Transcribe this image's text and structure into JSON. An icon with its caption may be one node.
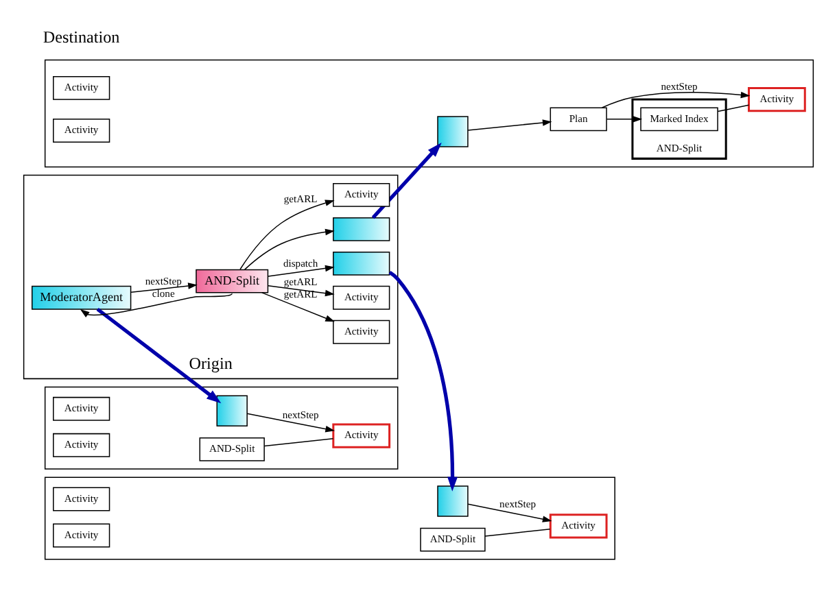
{
  "diagram": {
    "nodes": [
      {
        "text": [
          "Origin"
        ]
      },
      {
        "text": [],
        "shape": "box",
        "in": 0
      },
      {
        "text": [],
        "shape": "box",
        "in": 0
      },
      {
        "text": [
          "ModeratorAgent"
        ],
        "in": 0
      },
      {
        "text": [
          "AND-Split"
        ],
        "in": 0
      },
      {
        "text": [
          "Activity"
        ],
        "in": 0
      },
      {
        "text": [
          "Activity"
        ],
        "in": 0
      },
      {
        "text": [
          "Activity"
        ],
        "in": 0
      },
      {
        "text": [],
        "shape": "box"
      },
      {
        "text": [],
        "shape": "box",
        "in": 8
      },
      {
        "text": [
          "Plan"
        ],
        "in": 8
      },
      {
        "text": [
          "AND-Split"
        ],
        "in": 8
      },
      {
        "text": [
          "Marked Index"
        ],
        "in": 11
      },
      {
        "text": [
          "Activity"
        ],
        "in": 8
      },
      {
        "text": [
          "Activity"
        ],
        "in": 8
      },
      {
        "text": [
          "Activity"
        ],
        "in": 8
      },
      {
        "text": [],
        "shape": "box"
      },
      {
        "text": [],
        "shape": "box",
        "in": 16
      },
      {
        "text": [
          "Activity"
        ],
        "in": 16
      },
      {
        "text": [
          "Activity"
        ],
        "in": 16
      },
      {
        "text": [
          "AND-Split"
        ],
        "in": 16
      },
      {
        "text": [
          "Activity"
        ],
        "in": 16
      },
      {
        "text": [],
        "shape": "box"
      },
      {
        "text": [
          "Activity"
        ],
        "in": 22
      },
      {
        "text": [],
        "shape": "box",
        "in": 22
      },
      {
        "text": [
          "AND-Split"
        ],
        "in": 22
      },
      {
        "text": [
          "Activity"
        ],
        "in": 22
      },
      {
        "text": [
          "Activity"
        ],
        "in": 22
      }
    ],
    "edges": [
      {
        "from": 3,
        "to": 4,
        "arrow": "to",
        "label": "nextStep"
      },
      {
        "from": 4,
        "to": 3,
        "arrow": "to",
        "label": "clone"
      },
      {
        "from": 4,
        "to": 2,
        "arrow": "to",
        "label": "dispatch"
      },
      {
        "from": 4,
        "to": 1,
        "arrow": "to"
      },
      {
        "from": 4,
        "to": 5,
        "arrow": "to",
        "label": "getARL"
      },
      {
        "from": 4,
        "to": 6,
        "arrow": "to",
        "label": "getARL"
      },
      {
        "from": 4,
        "to": 7,
        "arrow": "to",
        "label": "getARL"
      },
      {
        "from": 1,
        "to": 9,
        "arrow": "to",
        "style": "thick",
        "color": "#0000aa"
      },
      {
        "from": 2,
        "to": 17,
        "arrow": "to",
        "style": "thick",
        "color": "#0000aa"
      },
      {
        "from": 3,
        "to": 24,
        "arrow": "to",
        "style": "thick",
        "color": "#0000aa"
      },
      {
        "from": 9,
        "to": 10,
        "arrow": "to"
      },
      {
        "from": 10,
        "to": 13,
        "arrow": "to",
        "label": "nextStep"
      },
      {
        "from": 10,
        "to": 12,
        "arrow": "to"
      },
      {
        "from": 12,
        "to": 13,
        "arrow": "none"
      },
      {
        "from": 17,
        "to": 19,
        "arrow": "to",
        "label": "nextStep"
      },
      {
        "from": 20,
        "to": 19,
        "arrow": "none"
      },
      {
        "from": 24,
        "to": 27,
        "arrow": "to",
        "label": "nextStep"
      },
      {
        "from": 25,
        "to": 27,
        "arrow": "none"
      }
    ],
    "labels": [
      "Destination"
    ]
  }
}
